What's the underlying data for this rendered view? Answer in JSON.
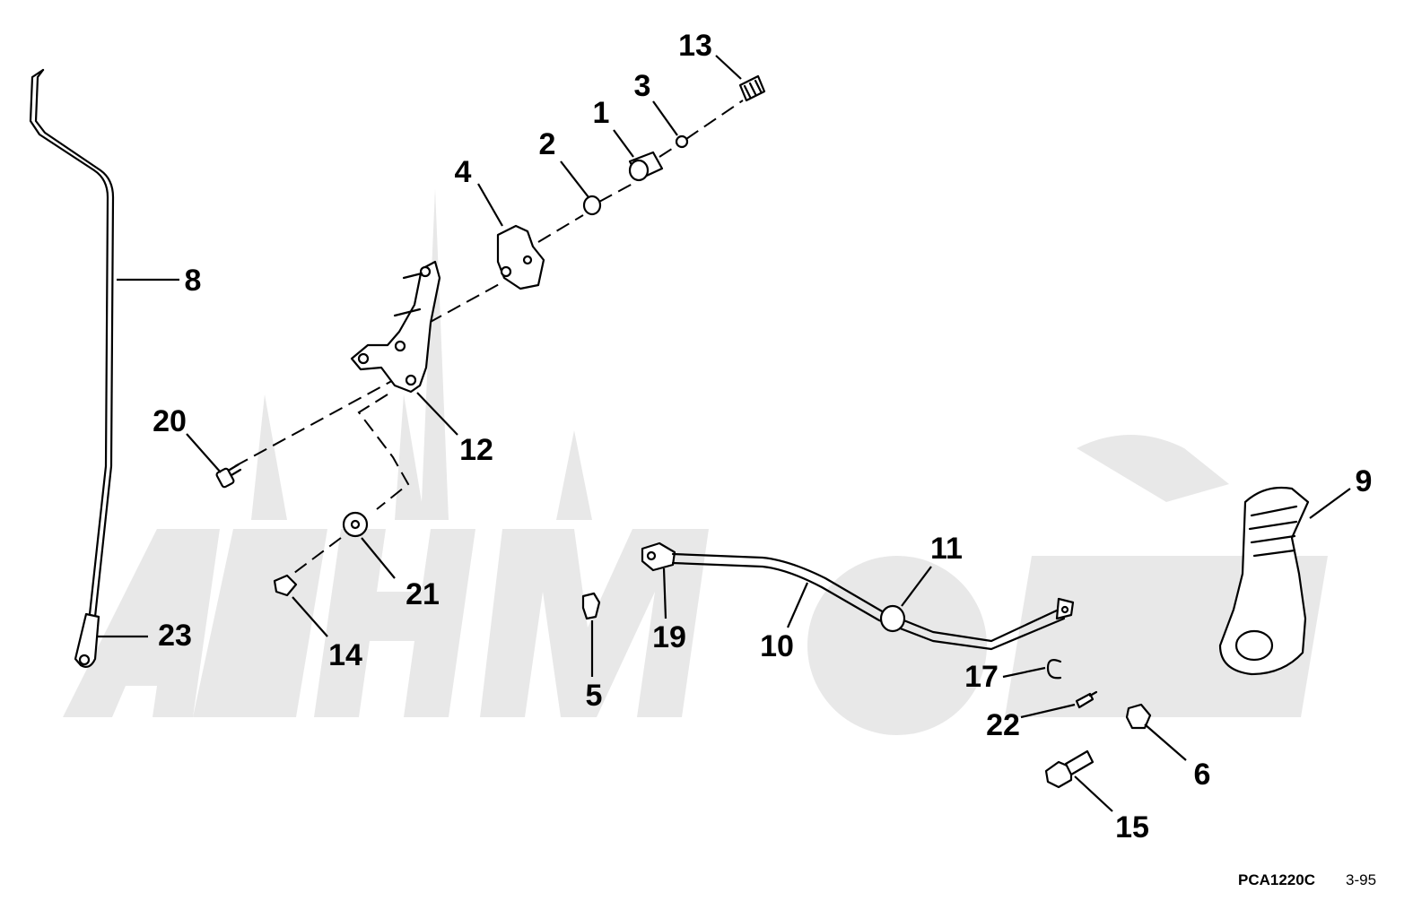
{
  "callouts": {
    "c1": "1",
    "c2": "2",
    "c3": "3",
    "c4": "4",
    "c5": "5",
    "c6": "6",
    "c8": "8",
    "c9": "9",
    "c10": "10",
    "c11": "11",
    "c12": "12",
    "c13": "13",
    "c14": "14",
    "c15": "15",
    "c17": "17",
    "c19": "19",
    "c20": "20",
    "c21": "21",
    "c22": "22",
    "c23": "23"
  },
  "footer": {
    "code": "PCA1220C",
    "date": "3-95"
  }
}
